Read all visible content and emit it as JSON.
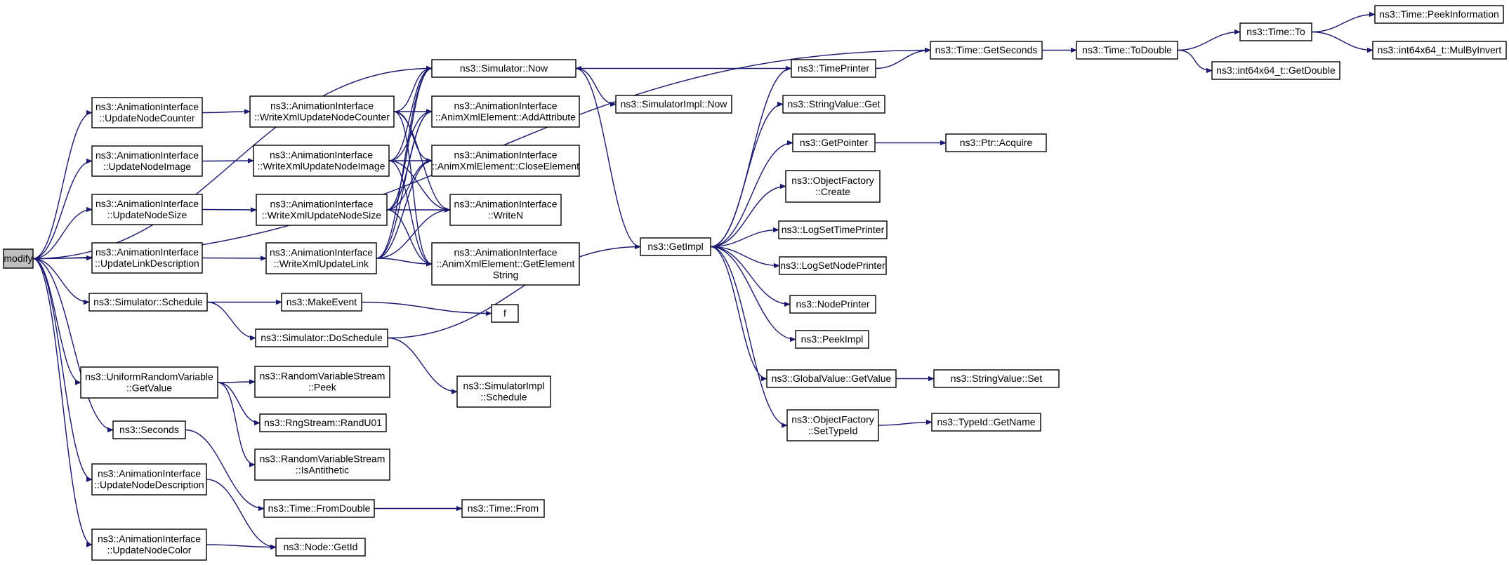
{
  "colors": {
    "edge": "#191970",
    "root_fill": "#bfbfbf",
    "node_fill": "#ffffff",
    "truncated_border": "#ff0000",
    "node_border": "#000000"
  },
  "nodes": [
    {
      "id": "modify",
      "lines": [
        "modify"
      ],
      "root": true
    },
    {
      "id": "ai_unc",
      "lines": [
        "ns3::AnimationInterface",
        "::UpdateNodeCounter"
      ]
    },
    {
      "id": "ai_uni",
      "lines": [
        "ns3::AnimationInterface",
        "::UpdateNodeImage"
      ]
    },
    {
      "id": "ai_uns",
      "lines": [
        "ns3::AnimationInterface",
        "::UpdateNodeSize"
      ]
    },
    {
      "id": "ai_uld",
      "lines": [
        "ns3::AnimationInterface",
        "::UpdateLinkDescription"
      ]
    },
    {
      "id": "sim_sched",
      "lines": [
        "ns3::Simulator::Schedule"
      ]
    },
    {
      "id": "urv_gv",
      "lines": [
        "ns3::UniformRandomVariable",
        "::GetValue"
      ]
    },
    {
      "id": "seconds",
      "lines": [
        "ns3::Seconds"
      ]
    },
    {
      "id": "ai_und",
      "lines": [
        "ns3::AnimationInterface",
        "::UpdateNodeDescription"
      ]
    },
    {
      "id": "ai_uncol",
      "lines": [
        "ns3::AnimationInterface",
        "::UpdateNodeColor"
      ]
    },
    {
      "id": "ai_wxunc",
      "lines": [
        "ns3::AnimationInterface",
        "::WriteXmlUpdateNodeCounter"
      ]
    },
    {
      "id": "ai_wxuni",
      "lines": [
        "ns3::AnimationInterface",
        "::WriteXmlUpdateNodeImage"
      ]
    },
    {
      "id": "ai_wxuns",
      "lines": [
        "ns3::AnimationInterface",
        "::WriteXmlUpdateNodeSize"
      ]
    },
    {
      "id": "ai_wxul",
      "lines": [
        "ns3::AnimationInterface",
        "::WriteXmlUpdateLink"
      ]
    },
    {
      "id": "make_event",
      "lines": [
        "ns3::MakeEvent"
      ]
    },
    {
      "id": "sim_dosched",
      "lines": [
        "ns3::Simulator::DoSchedule"
      ]
    },
    {
      "id": "rvs_peek",
      "lines": [
        "ns3::RandomVariableStream",
        "::Peek"
      ]
    },
    {
      "id": "rng_randu01",
      "lines": [
        "ns3::RngStream::RandU01"
      ]
    },
    {
      "id": "rvs_isanti",
      "lines": [
        "ns3::RandomVariableStream",
        "::IsAntithetic"
      ]
    },
    {
      "id": "time_fromdouble",
      "lines": [
        "ns3::Time::FromDouble"
      ]
    },
    {
      "id": "node_getid",
      "lines": [
        "ns3::Node::GetId"
      ]
    },
    {
      "id": "sim_now",
      "lines": [
        "ns3::Simulator::Now"
      ]
    },
    {
      "id": "axe_addattr",
      "lines": [
        "ns3::AnimationInterface",
        "::AnimXmlElement::AddAttribute"
      ]
    },
    {
      "id": "axe_close",
      "lines": [
        "ns3::AnimationInterface",
        "::AnimXmlElement::CloseElement"
      ]
    },
    {
      "id": "ai_writen",
      "lines": [
        "ns3::AnimationInterface",
        "::WriteN"
      ]
    },
    {
      "id": "axe_getstr",
      "lines": [
        "ns3::AnimationInterface",
        "::AnimXmlElement::GetElement",
        "String"
      ]
    },
    {
      "id": "f",
      "lines": [
        "f"
      ]
    },
    {
      "id": "simimpl_sched",
      "lines": [
        "ns3::SimulatorImpl",
        "::Schedule"
      ]
    },
    {
      "id": "time_from",
      "lines": [
        "ns3::Time::From"
      ],
      "truncated": true
    },
    {
      "id": "simimpl_now",
      "lines": [
        "ns3::SimulatorImpl::Now"
      ]
    },
    {
      "id": "getimpl",
      "lines": [
        "ns3::GetImpl"
      ]
    },
    {
      "id": "timeprinter",
      "lines": [
        "ns3::TimePrinter"
      ]
    },
    {
      "id": "sv_get",
      "lines": [
        "ns3::StringValue::Get"
      ]
    },
    {
      "id": "getpointer",
      "lines": [
        "ns3::GetPointer"
      ]
    },
    {
      "id": "of_create",
      "lines": [
        "ns3::ObjectFactory",
        "::Create"
      ],
      "truncated": true
    },
    {
      "id": "logsettimeprinter",
      "lines": [
        "ns3::LogSetTimePrinter"
      ],
      "truncated": true
    },
    {
      "id": "logsetnodeprinter",
      "lines": [
        "ns3::LogSetNodePrinter"
      ]
    },
    {
      "id": "nodeprinter",
      "lines": [
        "ns3::NodePrinter"
      ],
      "truncated": true
    },
    {
      "id": "peekimpl",
      "lines": [
        "ns3::PeekImpl"
      ]
    },
    {
      "id": "gv_getvalue",
      "lines": [
        "ns3::GlobalValue::GetValue"
      ]
    },
    {
      "id": "of_settypeid",
      "lines": [
        "ns3::ObjectFactory",
        "::SetTypeId"
      ]
    },
    {
      "id": "ptr_acquire",
      "lines": [
        "ns3::Ptr::Acquire"
      ]
    },
    {
      "id": "sv_set",
      "lines": [
        "ns3::StringValue::Set"
      ]
    },
    {
      "id": "typeid_getname",
      "lines": [
        "ns3::TypeId::GetName"
      ],
      "truncated": true
    },
    {
      "id": "time_getseconds",
      "lines": [
        "ns3::Time::GetSeconds"
      ]
    },
    {
      "id": "time_todouble",
      "lines": [
        "ns3::Time::ToDouble"
      ]
    },
    {
      "id": "time_to",
      "lines": [
        "ns3::Time::To"
      ]
    },
    {
      "id": "int64_getdouble",
      "lines": [
        "ns3::int64x64_t::GetDouble"
      ]
    },
    {
      "id": "time_peekinfo",
      "lines": [
        "ns3::Time::PeekInformation"
      ],
      "truncated": true
    },
    {
      "id": "int64_mulbyinvert",
      "lines": [
        "ns3::int64x64_t::MulByInvert"
      ],
      "truncated": true
    }
  ],
  "edges": [
    [
      "modify",
      "time_getseconds"
    ],
    [
      "modify",
      "sim_now"
    ],
    [
      "modify",
      "ai_unc"
    ],
    [
      "modify",
      "ai_uni"
    ],
    [
      "modify",
      "ai_uns"
    ],
    [
      "modify",
      "ai_uld"
    ],
    [
      "modify",
      "sim_sched"
    ],
    [
      "modify",
      "urv_gv"
    ],
    [
      "modify",
      "seconds"
    ],
    [
      "modify",
      "ai_und"
    ],
    [
      "modify",
      "ai_uncol"
    ],
    [
      "ai_unc",
      "ai_wxunc"
    ],
    [
      "ai_uni",
      "ai_wxuni"
    ],
    [
      "ai_uns",
      "ai_wxuns"
    ],
    [
      "ai_uld",
      "ai_wxul"
    ],
    [
      "ai_wxunc",
      "sim_now"
    ],
    [
      "ai_wxunc",
      "axe_addattr"
    ],
    [
      "ai_wxunc",
      "axe_close"
    ],
    [
      "ai_wxunc",
      "ai_writen"
    ],
    [
      "ai_wxunc",
      "axe_getstr"
    ],
    [
      "ai_wxuni",
      "sim_now"
    ],
    [
      "ai_wxuni",
      "axe_addattr"
    ],
    [
      "ai_wxuni",
      "axe_close"
    ],
    [
      "ai_wxuni",
      "ai_writen"
    ],
    [
      "ai_wxuni",
      "axe_getstr"
    ],
    [
      "ai_wxuns",
      "sim_now"
    ],
    [
      "ai_wxuns",
      "axe_addattr"
    ],
    [
      "ai_wxuns",
      "axe_close"
    ],
    [
      "ai_wxuns",
      "ai_writen"
    ],
    [
      "ai_wxuns",
      "axe_getstr"
    ],
    [
      "ai_wxul",
      "sim_now"
    ],
    [
      "ai_wxul",
      "axe_addattr"
    ],
    [
      "ai_wxul",
      "axe_close"
    ],
    [
      "ai_wxul",
      "ai_writen"
    ],
    [
      "ai_wxul",
      "axe_getstr"
    ],
    [
      "sim_sched",
      "make_event"
    ],
    [
      "sim_sched",
      "sim_dosched"
    ],
    [
      "make_event",
      "f"
    ],
    [
      "sim_dosched",
      "getimpl"
    ],
    [
      "sim_dosched",
      "simimpl_sched"
    ],
    [
      "urv_gv",
      "rvs_peek"
    ],
    [
      "urv_gv",
      "rng_randu01"
    ],
    [
      "urv_gv",
      "rvs_isanti"
    ],
    [
      "seconds",
      "time_fromdouble"
    ],
    [
      "time_fromdouble",
      "time_from"
    ],
    [
      "ai_und",
      "node_getid"
    ],
    [
      "ai_uncol",
      "node_getid"
    ],
    [
      "sim_now",
      "simimpl_now"
    ],
    [
      "sim_now",
      "getimpl"
    ],
    [
      "getimpl",
      "timeprinter"
    ],
    [
      "getimpl",
      "sv_get"
    ],
    [
      "getimpl",
      "getpointer"
    ],
    [
      "getimpl",
      "of_create"
    ],
    [
      "getimpl",
      "logsettimeprinter"
    ],
    [
      "getimpl",
      "logsetnodeprinter"
    ],
    [
      "getimpl",
      "nodeprinter"
    ],
    [
      "getimpl",
      "peekimpl"
    ],
    [
      "getimpl",
      "gv_getvalue"
    ],
    [
      "getimpl",
      "of_settypeid"
    ],
    [
      "timeprinter",
      "sim_now"
    ],
    [
      "timeprinter",
      "time_getseconds"
    ],
    [
      "getpointer",
      "ptr_acquire"
    ],
    [
      "gv_getvalue",
      "sv_set"
    ],
    [
      "of_settypeid",
      "typeid_getname"
    ],
    [
      "time_getseconds",
      "time_todouble"
    ],
    [
      "time_todouble",
      "time_to"
    ],
    [
      "time_todouble",
      "int64_getdouble"
    ],
    [
      "time_to",
      "time_peekinfo"
    ],
    [
      "time_to",
      "int64_mulbyinvert"
    ]
  ]
}
